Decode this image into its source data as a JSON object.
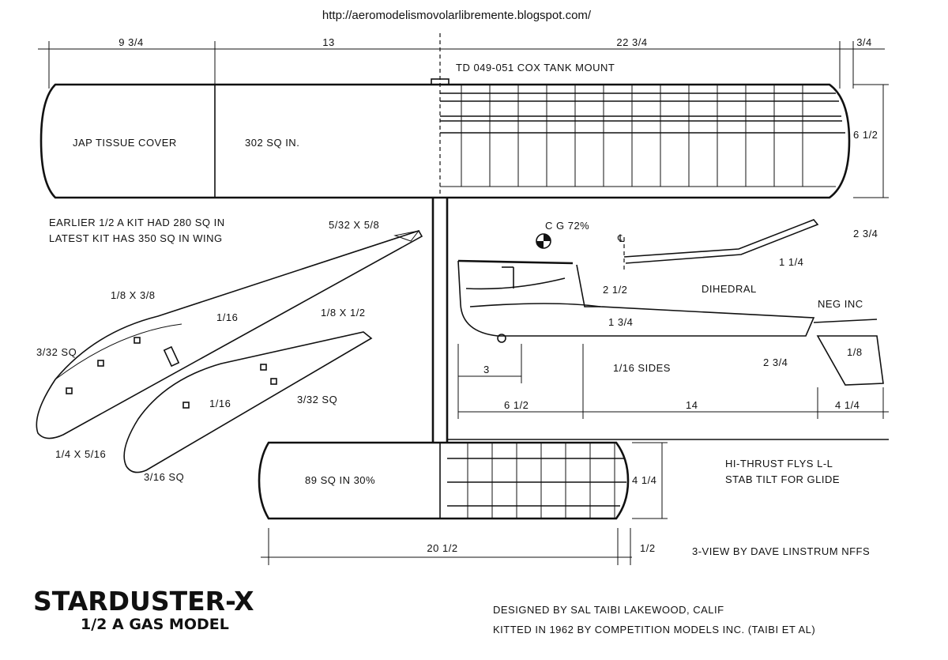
{
  "source_url": "http://aeromodelismovolarlibremente.blogspot.com/",
  "dimensions": {
    "wing_left_span": "9 3/4",
    "wing_center_span": "13",
    "wing_right_span": "22 3/4",
    "wing_tip": "3/4",
    "wing_chord": "6 1/2",
    "stab_span": "20 1/2",
    "stab_offset": "1/2",
    "stab_chord": "4 1/4",
    "dihedral_rise": "2 3/4",
    "dihedral_tip": "1 1/4",
    "pylon_height": "2 1/2",
    "fuselage_depth": "1 3/4",
    "nose_length": "3",
    "nose_to_pylon": "6 1/2",
    "tail_moment": "14",
    "tail_length": "4 1/4",
    "fin_height": "2 3/4",
    "fin_thickness": "1/8"
  },
  "labels": {
    "engine_mount": "TD 049-051  COX TANK MOUNT",
    "covering": "JAP TISSUE COVER",
    "wing_area": "302  SQ IN.",
    "kit_note_1": "EARLIER 1/2 A KIT HAD 280 SQ IN",
    "kit_note_2": "LATEST KIT HAS 350 SQ IN WING",
    "cg": "C G  72%",
    "centerline": "℄",
    "dihedral": "DIHEDRAL",
    "neg_inc": "NEG INC",
    "sides": "1/16 SIDES",
    "stab_area": "89 SQ IN  30%",
    "trim_note_1": "HI-THRUST FLYS L-L",
    "trim_note_2": "STAB TILT FOR GLIDE",
    "credit": "3-VIEW BY DAVE LINSTRUM NFFS"
  },
  "wing_section_labels": {
    "tip_spar": "5/32 X 5/8",
    "spar_a": "1/8 X 3/8",
    "sheet_a": "1/16",
    "strip_a": "3/32 SQ",
    "le_a": "1/4 X 5/16",
    "spar_b": "1/8 X 1/2",
    "sheet_b": "1/16",
    "strip_b": "3/32 SQ",
    "le_b": "3/16 SQ"
  },
  "title_block": {
    "name": "STARDUSTER-X",
    "subtitle": "1/2 A GAS MODEL",
    "designer": "DESIGNED BY SAL TAIBI  LAKEWOOD, CALIF",
    "kit": "KITTED IN 1962 BY COMPETITION MODELS INC. (TAIBI ET AL)"
  }
}
